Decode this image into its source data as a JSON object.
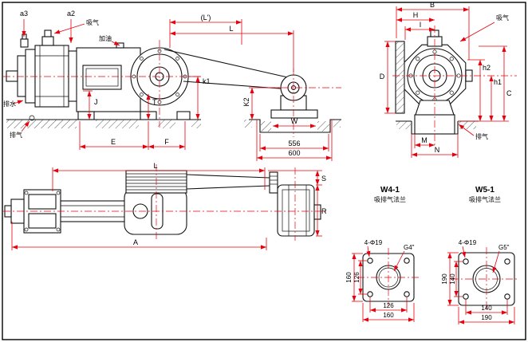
{
  "colors": {
    "dim": "#e8000d",
    "line": "#111111",
    "bg": "#ffffff"
  },
  "side_view": {
    "a3": "a3",
    "a2": "a2",
    "suction": "吸气",
    "oil": "加油",
    "drain": "排水",
    "exhaust": "排气",
    "L_prime": "(L')",
    "L": "L",
    "k1": "k1",
    "K2": "K2",
    "J": "J",
    "T": "T",
    "E": "E",
    "F": "F",
    "W": "W",
    "d556": "556",
    "d600": "600"
  },
  "end_view": {
    "B": "B",
    "H": "H",
    "I": "I",
    "suction": "吸气",
    "D": "D",
    "h2": "h2",
    "h1": "h1",
    "C": "C",
    "M": "M",
    "N": "N",
    "exhaust": "排气"
  },
  "plan_view": {
    "L": "L",
    "A": "A",
    "S": "S",
    "R": "R"
  },
  "flange_w4": {
    "model": "W4-1",
    "subtitle": "吸排气法兰",
    "holes": "4-Φ19",
    "thread": "G4\"",
    "height_outer": "160",
    "height_bolt": "126",
    "width_bolt": "126",
    "width_outer": "160"
  },
  "flange_w5": {
    "model": "W5-1",
    "subtitle": "吸排气法兰",
    "holes": "4-Φ19",
    "thread": "G5\"",
    "height_outer": "190",
    "height_bolt": "140",
    "width_bolt": "140",
    "width_outer": "190"
  }
}
